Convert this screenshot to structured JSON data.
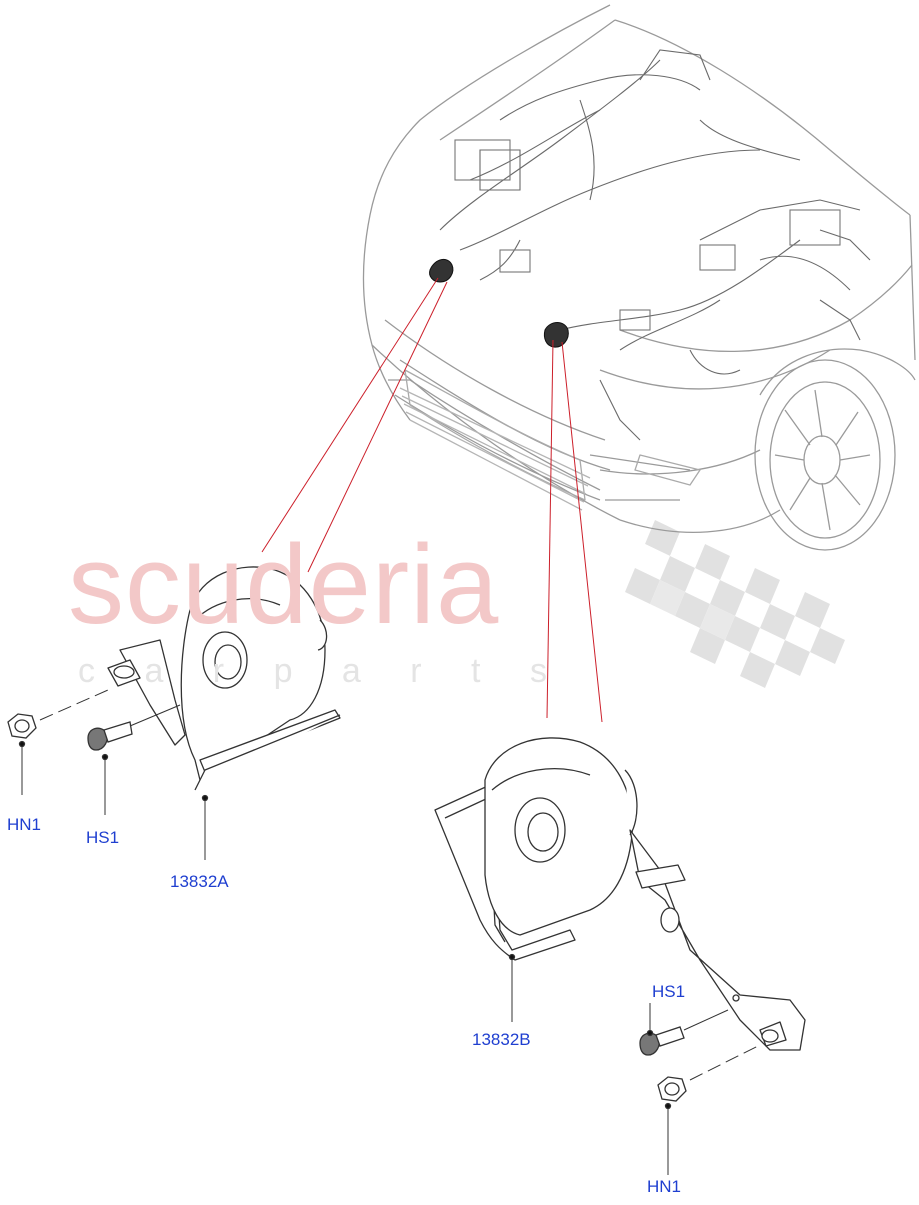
{
  "watermark": {
    "brand": "scuderia",
    "tagline": "c a r   p a r t s",
    "brand_color": "#f2c6c6",
    "flag_color": "#d9d9d9"
  },
  "callouts": {
    "left_nut": "HN1",
    "left_screw": "HS1",
    "left_horn": "13832A",
    "right_horn": "13832B",
    "right_screw": "HS1",
    "right_nut": "HN1"
  },
  "colors": {
    "callout_text": "#1f3fd0",
    "leader_line": "#cc1f2a",
    "line_art": "#3a3a3a",
    "vehicle_outline": "#9a9a9a"
  },
  "icons": {
    "checkered_flag": "checkered-flag-icon"
  }
}
